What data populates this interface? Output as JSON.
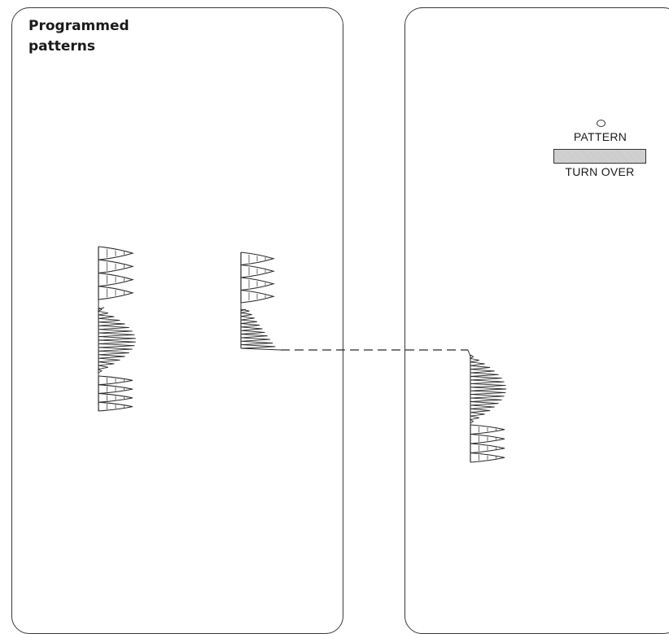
{
  "left_panel": {
    "title_line1": "Programmed",
    "title_line2": "patterns"
  },
  "right_panel": {
    "indicator_icon": "circle-indicator-icon",
    "pattern_label": "PATTERN",
    "turn_over_label": "TURN OVER",
    "button_shading": "#cfcfcf"
  },
  "stitch_patterns": {
    "left_full_pattern": [
      "peaks",
      "zigzag",
      "peaks"
    ],
    "center_partial_pattern": [
      "peaks",
      "zigzag"
    ],
    "right_continued_pattern": [
      "zigzag",
      "peaks"
    ],
    "connector_style": "dashed"
  },
  "colors": {
    "line": "#2a2a2a",
    "background": "#ffffff"
  }
}
